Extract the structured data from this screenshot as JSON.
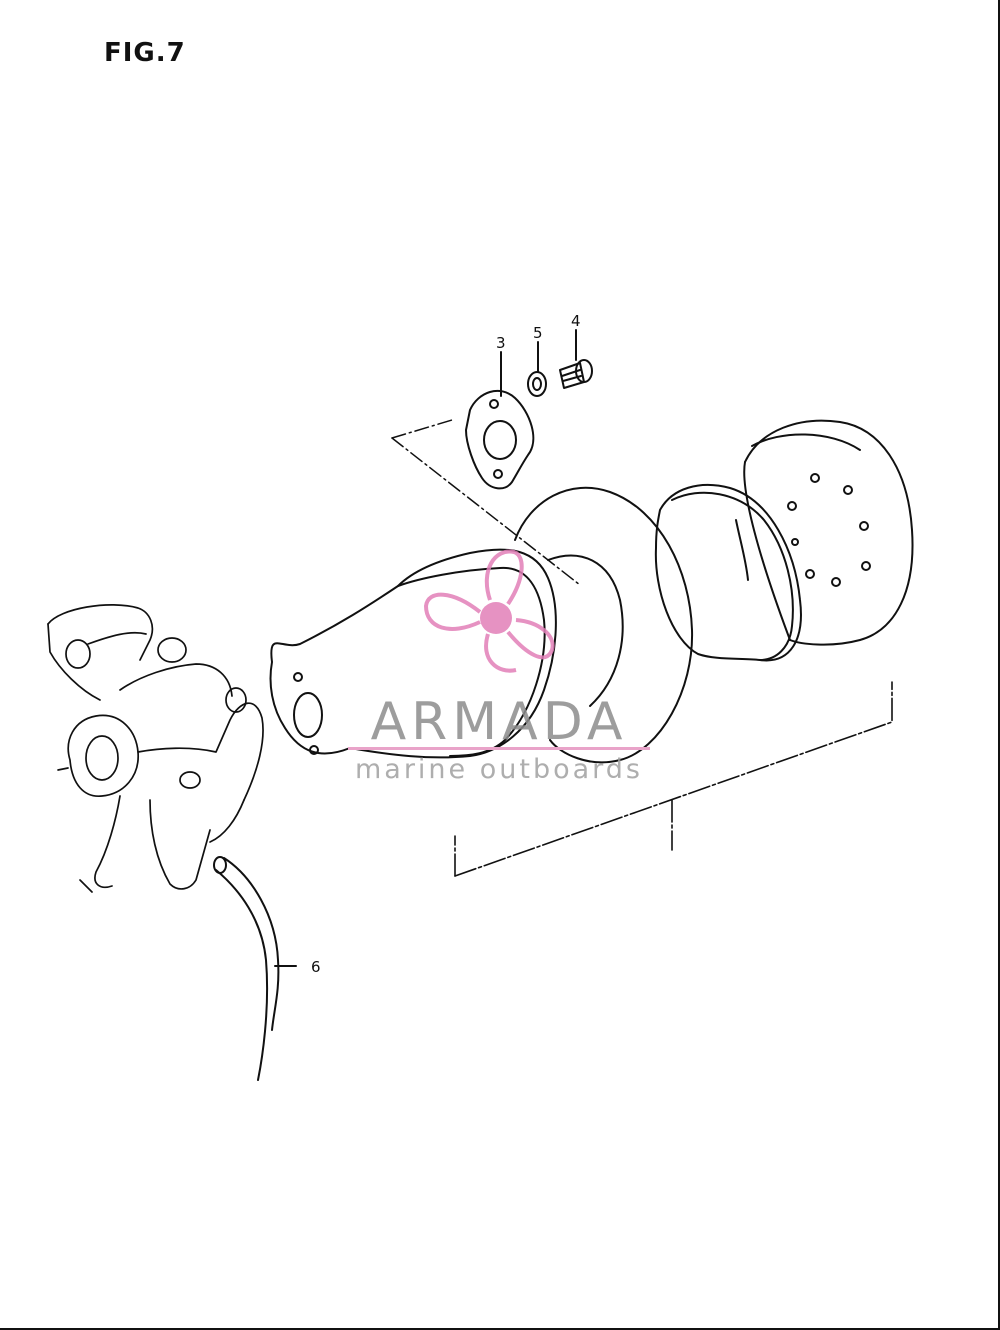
{
  "figure": {
    "title": "FIG.7"
  },
  "callouts": [
    {
      "id": "c3",
      "label": "3"
    },
    {
      "id": "c5",
      "label": "5"
    },
    {
      "id": "c4",
      "label": "4"
    },
    {
      "id": "c6",
      "label": "6"
    }
  ],
  "watermark": {
    "brand": "ARMADA",
    "tagline": "marine outboards",
    "logo_icon": "propeller-logo-icon",
    "colors": {
      "brand_text": "#8d8d8d",
      "accent": "#e9a3c9",
      "logo": "#e27fb8"
    }
  }
}
